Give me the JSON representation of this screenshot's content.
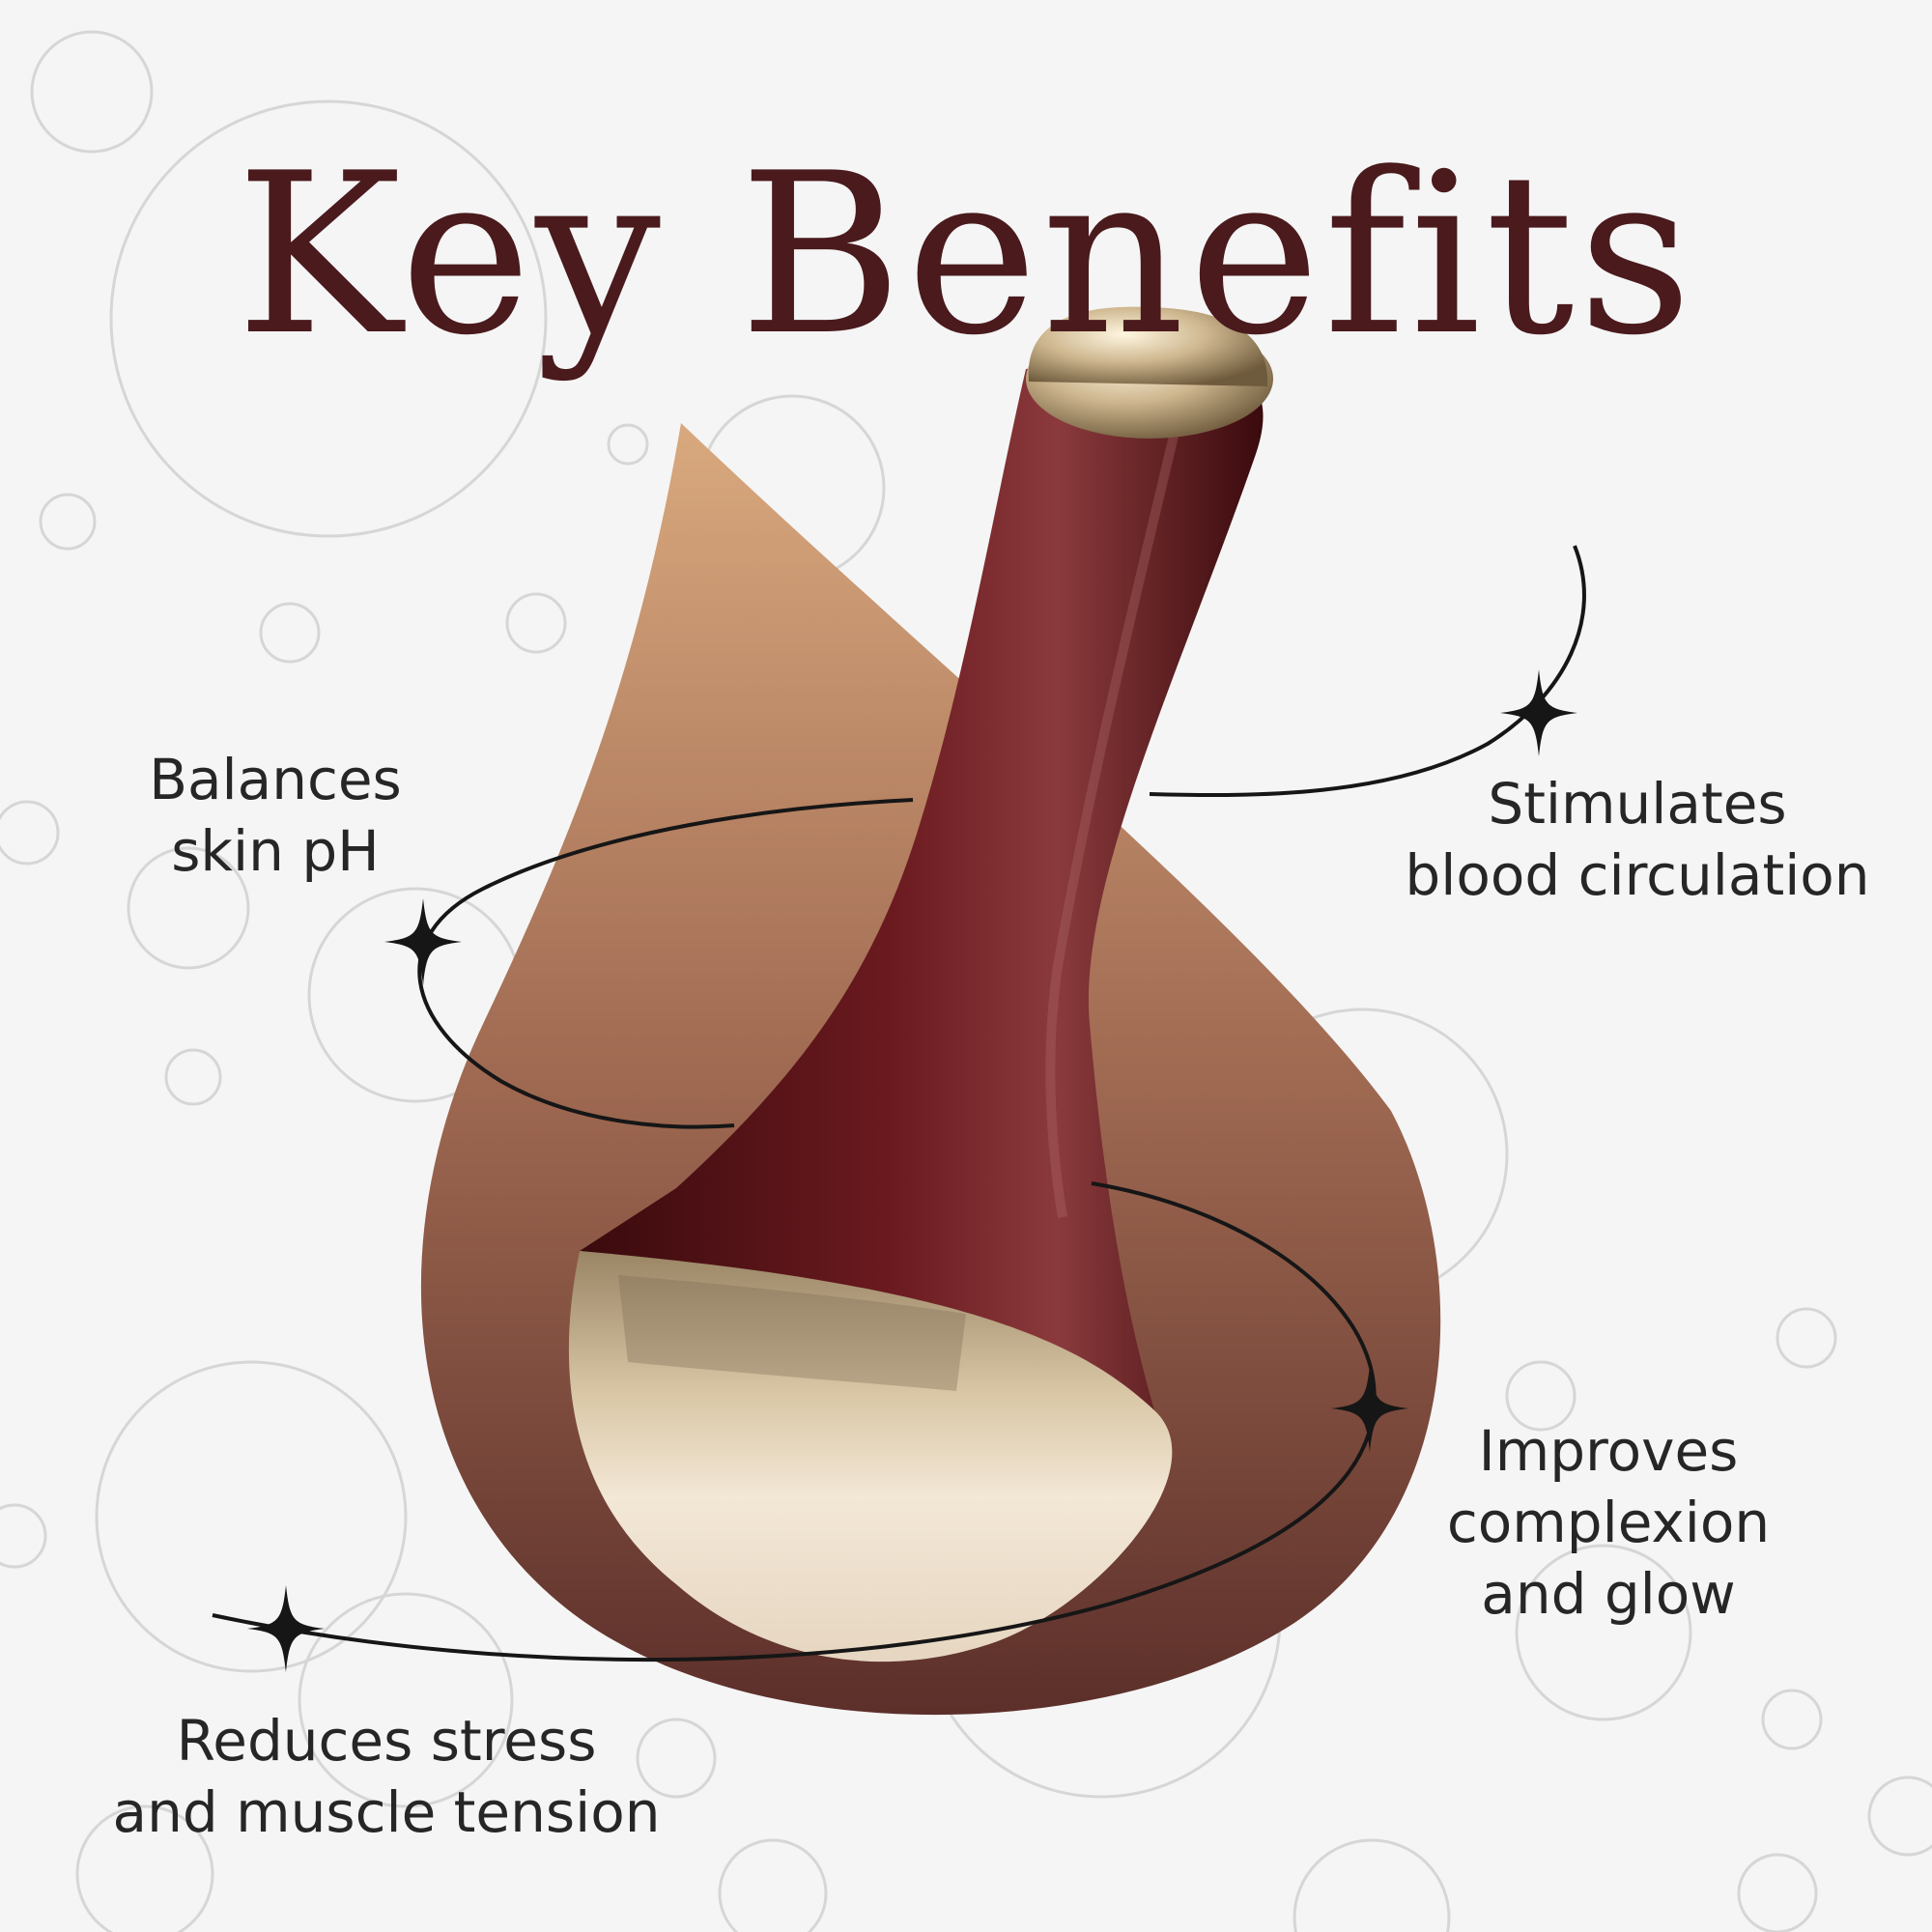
{
  "title": "Key Benefits",
  "benefits": {
    "balances_ph": [
      "Balances",
      "skin pH"
    ],
    "blood_circulation": [
      "Stimulates",
      "blood circulation"
    ],
    "complexion": [
      "Improves",
      "complexion",
      "and glow"
    ],
    "stress": [
      "Reduces stress",
      "and muscle tension"
    ]
  },
  "colors": {
    "title": "#4a1a1d",
    "text": "#262626",
    "drop_top": "#d7a57a",
    "drop_bottom": "#5c2f2a",
    "handle": "#5a1418",
    "metal": "#e9dcc8"
  }
}
